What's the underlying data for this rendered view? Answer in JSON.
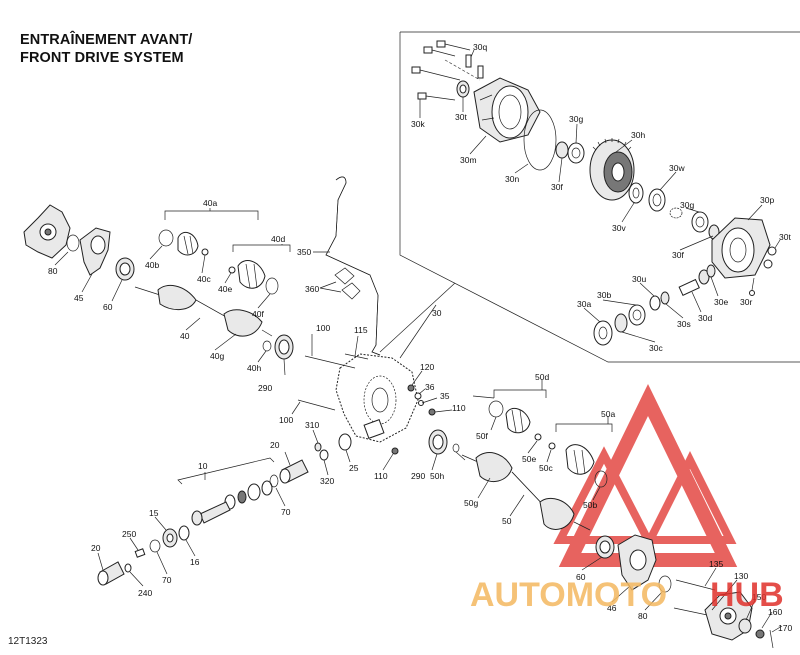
{
  "title": {
    "line1": "ENTRAÎNEMENT AVANT/",
    "line2": "FRONT DRIVE SYSTEM"
  },
  "diagram_code": "12T1323",
  "watermark": {
    "part1": "AUTOMOTO",
    "part2": "HUB",
    "color_orange": "#f4b860",
    "color_red": "#e0302a"
  },
  "labels": {
    "l30q": "30q",
    "l30k": "30k",
    "l30t_a": "30t",
    "l30m": "30m",
    "l30n": "30n",
    "l30g_a": "30g",
    "l30h": "30h",
    "l30f_a": "30f",
    "l30w": "30w",
    "l30v": "30v",
    "l30g_b": "30g",
    "l30p": "30p",
    "l30t_b": "30t",
    "l30f_b": "30f",
    "l30u": "30u",
    "l30b": "30b",
    "l30a": "30a",
    "l30s": "30s",
    "l30d": "30d",
    "l30e": "30e",
    "l30r": "30r",
    "l30c": "30c",
    "l30": "30",
    "l40a": "40a",
    "l40b": "40b",
    "l40c": "40c",
    "l40d": "40d",
    "l40e": "40e",
    "l40f": "40f",
    "l40": "40",
    "l40g": "40g",
    "l40h": "40h",
    "l80_a": "80",
    "l45": "45",
    "l60_a": "60",
    "l350": "350",
    "l360": "360",
    "l100_a": "100",
    "l115": "115",
    "l120": "120",
    "l36": "36",
    "l35": "35",
    "l110_a": "110",
    "l100_b": "100",
    "l310": "310",
    "l320": "320",
    "l25": "25",
    "l110_b": "110",
    "l290_a": "290",
    "l290_b": "290",
    "l50h": "50h",
    "l50d": "50d",
    "l50a": "50a",
    "l50f": "50f",
    "l50e": "50e",
    "l50c": "50c",
    "l50b": "50b",
    "l50g": "50g",
    "l50": "50",
    "l20_a": "20",
    "l70_a": "70",
    "l10": "10",
    "l15": "15",
    "l16": "16",
    "l250": "250",
    "l70_b": "70",
    "l20_b": "20",
    "l240": "240",
    "l60_b": "60",
    "l46": "46",
    "l80_b": "80",
    "l135": "135",
    "l130": "130",
    "l150": "150",
    "l160": "160",
    "l170": "170"
  }
}
